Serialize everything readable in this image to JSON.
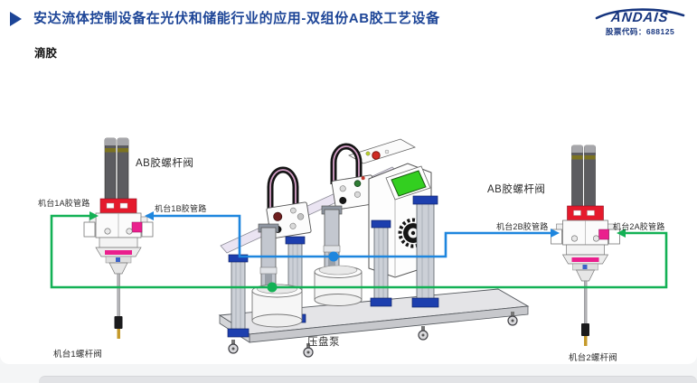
{
  "header": {
    "title": "安达流体控制设备在光伏和储能行业的应用-双组份AB胶工艺设备",
    "logo": {
      "brand": "ANDAIS",
      "stock_label": "股票代码：688125"
    }
  },
  "section_label": "滴胶",
  "diagram": {
    "labels": {
      "left_valve_title": "AB胶螺杆阀",
      "right_valve_title": "AB胶螺杆阀",
      "line_1a": "机台1A胶管路",
      "line_1b": "机台1B胶管路",
      "line_2b": "机台2B胶管路",
      "line_2a": "机台2A胶管路",
      "valve1": "机台1螺杆阀",
      "valve2": "机台2螺杆阀",
      "pump": "压盘泵"
    },
    "connections": [
      {
        "color": "#13b155",
        "ports": [
          "机台1A胶管路",
          "机台2A胶管路"
        ],
        "source": "压盘泵"
      },
      {
        "color": "#1e86de",
        "ports": [
          "机台1B胶管路",
          "机台2B胶管路"
        ],
        "source": "压盘泵"
      }
    ],
    "colors": {
      "a_glue_line_green": "#13b155",
      "b_glue_line_blue": "#1e86de",
      "valve_red": "#e51a2c",
      "valve_pink": "#ea1f8d",
      "screen_green": "#33cf20",
      "column_cap_blue": "#1d3fae",
      "title_blue": "#1d4597"
    }
  }
}
